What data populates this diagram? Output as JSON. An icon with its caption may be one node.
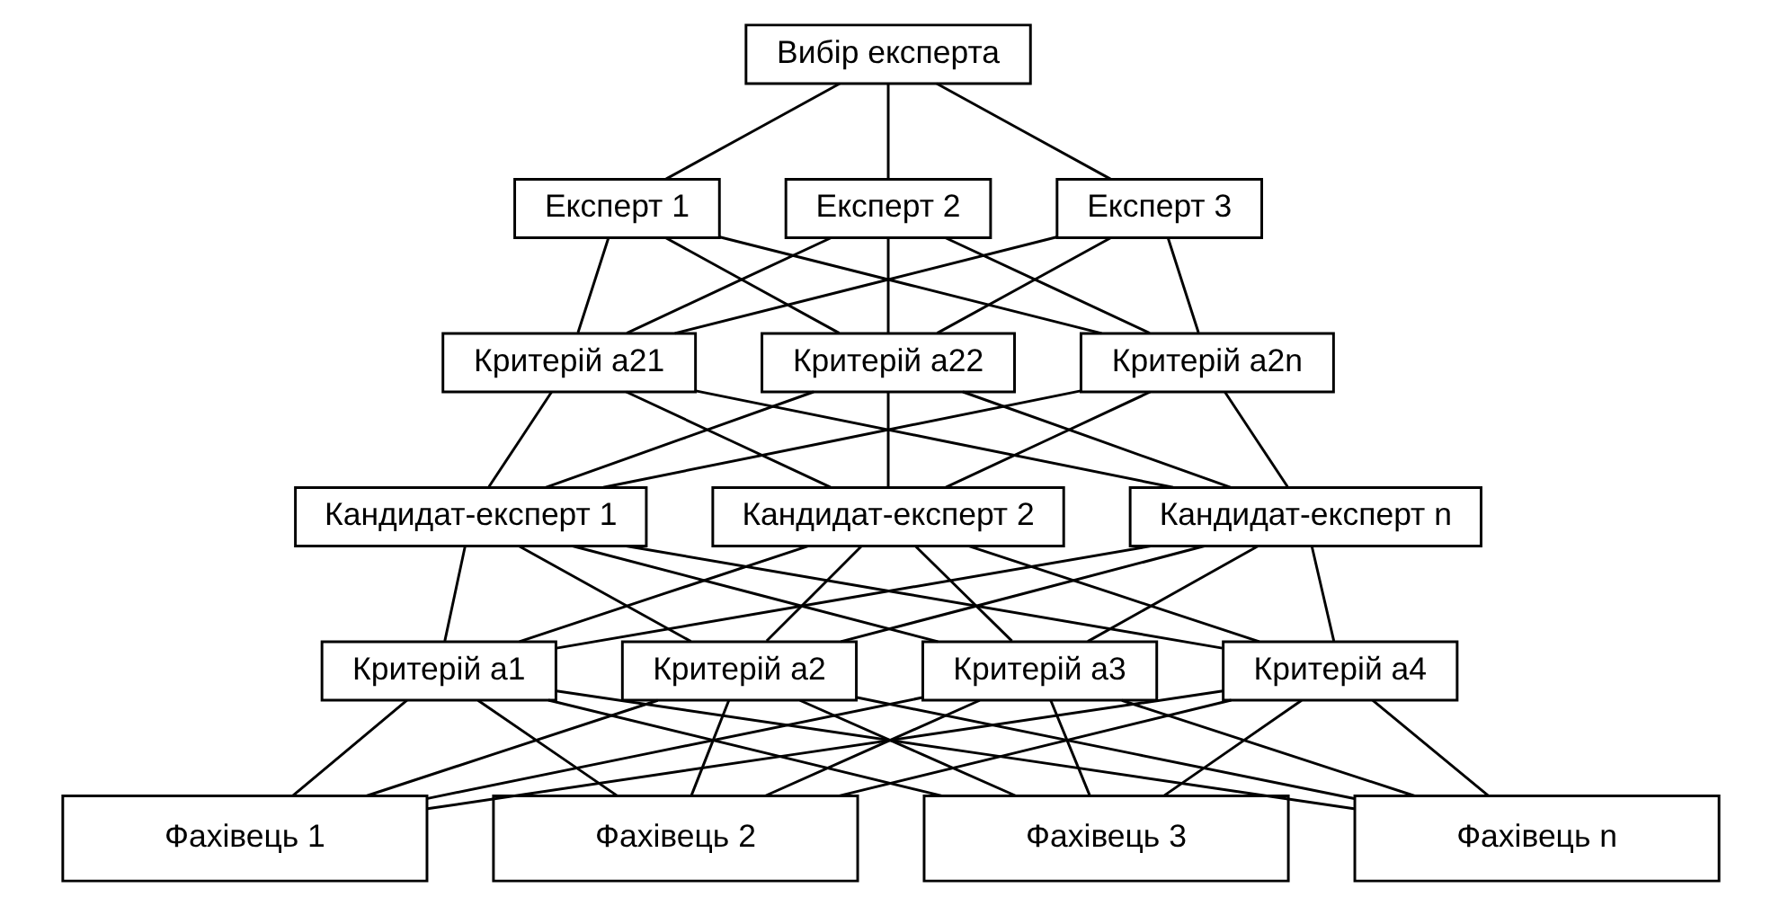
{
  "diagram": {
    "nodes": [
      {
        "text": [
          "Вибір експерта"
        ]
      },
      {
        "text": [
          "Експерт 1"
        ]
      },
      {
        "text": [
          "Експерт 2"
        ]
      },
      {
        "text": [
          "Експерт 3"
        ]
      },
      {
        "text": [
          "Критерій а21"
        ]
      },
      {
        "text": [
          "Критерій а22"
        ]
      },
      {
        "text": [
          "Критерій а2n"
        ]
      },
      {
        "text": [
          "Кандидат-експерт 1"
        ]
      },
      {
        "text": [
          "Кандидат-експерт 2"
        ]
      },
      {
        "text": [
          "Кандидат-експерт n"
        ]
      },
      {
        "text": [
          "Критерій а1"
        ]
      },
      {
        "text": [
          "Критерій а2"
        ]
      },
      {
        "text": [
          "Критерій а3"
        ]
      },
      {
        "text": [
          "Критерій а4"
        ]
      },
      {
        "text": [
          "Фахівець 1"
        ]
      },
      {
        "text": [
          "Фахівець 2"
        ]
      },
      {
        "text": [
          "Фахівець 3"
        ]
      },
      {
        "text": [
          "Фахівець n"
        ]
      }
    ],
    "edges": [
      {
        "from": 0,
        "to": 1,
        "arrow": "none"
      },
      {
        "from": 0,
        "to": 2,
        "arrow": "none"
      },
      {
        "from": 0,
        "to": 3,
        "arrow": "none"
      },
      {
        "from": 1,
        "to": 4,
        "arrow": "none"
      },
      {
        "from": 1,
        "to": 5,
        "arrow": "none"
      },
      {
        "from": 1,
        "to": 6,
        "arrow": "none"
      },
      {
        "from": 2,
        "to": 4,
        "arrow": "none"
      },
      {
        "from": 2,
        "to": 5,
        "arrow": "none"
      },
      {
        "from": 2,
        "to": 6,
        "arrow": "none"
      },
      {
        "from": 3,
        "to": 4,
        "arrow": "none"
      },
      {
        "from": 3,
        "to": 5,
        "arrow": "none"
      },
      {
        "from": 3,
        "to": 6,
        "arrow": "none"
      },
      {
        "from": 4,
        "to": 7,
        "arrow": "none"
      },
      {
        "from": 4,
        "to": 8,
        "arrow": "none"
      },
      {
        "from": 4,
        "to": 9,
        "arrow": "none"
      },
      {
        "from": 5,
        "to": 7,
        "arrow": "none"
      },
      {
        "from": 5,
        "to": 8,
        "arrow": "none"
      },
      {
        "from": 5,
        "to": 9,
        "arrow": "none"
      },
      {
        "from": 6,
        "to": 7,
        "arrow": "none"
      },
      {
        "from": 6,
        "to": 8,
        "arrow": "none"
      },
      {
        "from": 6,
        "to": 9,
        "arrow": "none"
      },
      {
        "from": 7,
        "to": 10,
        "arrow": "none"
      },
      {
        "from": 7,
        "to": 11,
        "arrow": "none"
      },
      {
        "from": 7,
        "to": 12,
        "arrow": "none"
      },
      {
        "from": 7,
        "to": 13,
        "arrow": "none"
      },
      {
        "from": 8,
        "to": 10,
        "arrow": "none"
      },
      {
        "from": 8,
        "to": 11,
        "arrow": "none"
      },
      {
        "from": 8,
        "to": 12,
        "arrow": "none"
      },
      {
        "from": 8,
        "to": 13,
        "arrow": "none"
      },
      {
        "from": 9,
        "to": 10,
        "arrow": "none"
      },
      {
        "from": 9,
        "to": 11,
        "arrow": "none"
      },
      {
        "from": 9,
        "to": 12,
        "arrow": "none"
      },
      {
        "from": 9,
        "to": 13,
        "arrow": "none"
      },
      {
        "from": 10,
        "to": 14,
        "arrow": "none"
      },
      {
        "from": 10,
        "to": 15,
        "arrow": "none"
      },
      {
        "from": 10,
        "to": 16,
        "arrow": "none"
      },
      {
        "from": 10,
        "to": 17,
        "arrow": "none"
      },
      {
        "from": 11,
        "to": 14,
        "arrow": "none"
      },
      {
        "from": 11,
        "to": 15,
        "arrow": "none"
      },
      {
        "from": 11,
        "to": 16,
        "arrow": "none"
      },
      {
        "from": 11,
        "to": 17,
        "arrow": "none"
      },
      {
        "from": 12,
        "to": 14,
        "arrow": "none"
      },
      {
        "from": 12,
        "to": 15,
        "arrow": "none"
      },
      {
        "from": 12,
        "to": 16,
        "arrow": "none"
      },
      {
        "from": 12,
        "to": 17,
        "arrow": "none"
      },
      {
        "from": 13,
        "to": 14,
        "arrow": "none"
      },
      {
        "from": 13,
        "to": 15,
        "arrow": "none"
      },
      {
        "from": 13,
        "to": 16,
        "arrow": "none"
      },
      {
        "from": 13,
        "to": 17,
        "arrow": "none"
      }
    ]
  }
}
